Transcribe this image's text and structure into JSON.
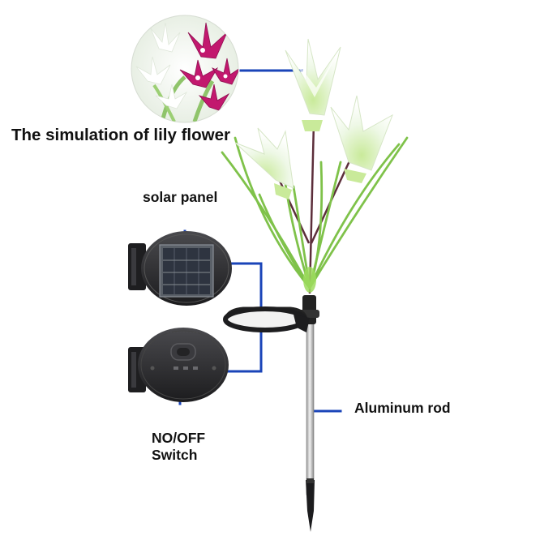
{
  "labels": {
    "flower": "The simulation of lily flower",
    "solar_panel": "solar panel",
    "rod": "Aluminum rod",
    "switch_line1": "NO/OFF",
    "switch_line2": "Switch"
  },
  "colors": {
    "callout_line": "#1a44b8",
    "text": "#111111",
    "panel_body": "#2a2a2c",
    "solar_cell": "#3c4250",
    "petal": "#eef8e6",
    "stem": "#5c2e3a",
    "leaf": "#7fc24a",
    "magenta_lily": "#c2186e"
  },
  "icons": [
    "lily-flower-inset",
    "solar-panel-unit",
    "switch-unit",
    "lily-light-stake"
  ]
}
